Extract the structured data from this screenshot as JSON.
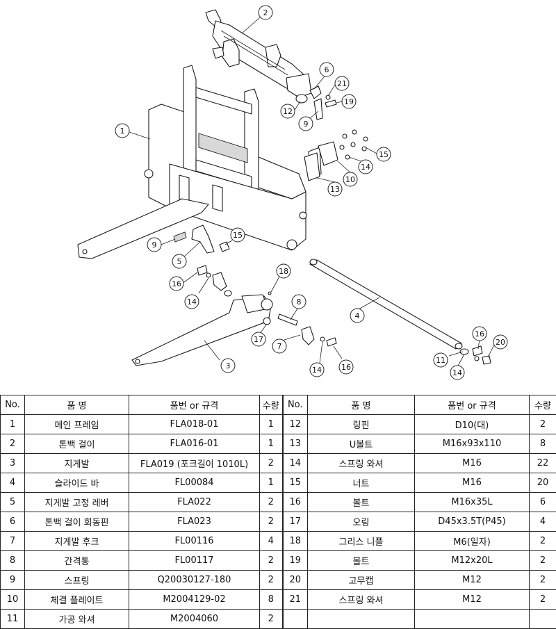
{
  "table": {
    "headers": [
      "No.",
      "품   명",
      "품번 or 규격",
      "수량",
      "No.",
      "품   명",
      "품번 or 규격",
      "수량"
    ],
    "left_rows": [
      [
        "1",
        "메인 프레임",
        "FLA018-01",
        "1"
      ],
      [
        "2",
        "톤백 걸이",
        "FLA016-01",
        "1"
      ],
      [
        "3",
        "지게발",
        "FLA019 (포크길이 1010L)",
        "2"
      ],
      [
        "4",
        "슬라이드 바",
        "FL00084",
        "1"
      ],
      [
        "5",
        "지게발 고정 레버",
        "FLA022",
        "2"
      ],
      [
        "6",
        "톤백 걸이 회동핀",
        "FLA023",
        "2"
      ],
      [
        "7",
        "지게발 후크",
        "FL00116",
        "4"
      ],
      [
        "8",
        "간격통",
        "FL00117",
        "2"
      ],
      [
        "9",
        "스프링",
        "Q20030127-180",
        "2"
      ],
      [
        "10",
        "체결 플레이트",
        "M2004129-02",
        "8"
      ],
      [
        "11",
        "가공 와셔",
        "M2004060",
        "2"
      ]
    ],
    "right_rows": [
      [
        "12",
        "링핀",
        "D10(대)",
        "2"
      ],
      [
        "13",
        "U볼트",
        "M16x93x110",
        "8"
      ],
      [
        "14",
        "스프링 와셔",
        "M16",
        "22"
      ],
      [
        "15",
        "너트",
        "M16",
        "20"
      ],
      [
        "16",
        "볼트",
        "M16x35L",
        "6"
      ],
      [
        "17",
        "오링",
        "D45x3.5T(P45)",
        "4"
      ],
      [
        "18",
        "그리스 니플",
        "M6(일자)",
        "2"
      ],
      [
        "19",
        "볼트",
        "M12x20L",
        "2"
      ],
      [
        "20",
        "고무캡",
        "M12",
        "2"
      ],
      [
        "21",
        "스프링 와셔",
        "M12",
        "2"
      ],
      [
        "",
        "",
        "",
        ""
      ]
    ]
  },
  "callouts": {
    "c1": "1",
    "c2": "2",
    "c3": "3",
    "c4": "4",
    "c5": "5",
    "c6": "6",
    "c7": "7",
    "c8": "8",
    "c9a": "9",
    "c9b": "9",
    "c10": "10",
    "c11": "11",
    "c12": "12",
    "c13": "13",
    "c14a": "14",
    "c14b": "14",
    "c14c": "14",
    "c14d": "14",
    "c15a": "15",
    "c15b": "15",
    "c16a": "16",
    "c16b": "16",
    "c16c": "16",
    "c17": "17",
    "c18": "18",
    "c19": "19",
    "c20": "20",
    "c21": "21"
  }
}
